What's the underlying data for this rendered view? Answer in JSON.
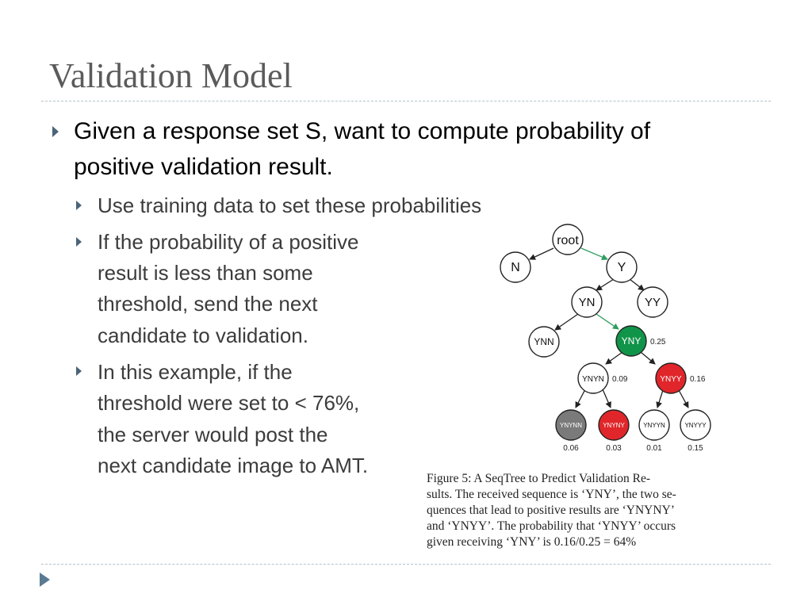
{
  "slide": {
    "title": "Validation Model",
    "bullets": {
      "main_line1": "Given a response set S, want to compute probability of",
      "main_line2": "positive validation result.",
      "sub1": "Use training data to set these probabilities",
      "sub2_lines": [
        "If the probability of a positive",
        "result is less than some",
        "threshold, send the next",
        "candidate to validation."
      ],
      "sub3_lines": [
        "In this example, if the",
        "threshold were set to < 76%,",
        "the server would post the",
        "next candidate image to AMT."
      ]
    }
  },
  "figure": {
    "nodes": {
      "root": {
        "label": "root"
      },
      "n": {
        "label": "N"
      },
      "y": {
        "label": "Y"
      },
      "yn": {
        "label": "YN"
      },
      "yy": {
        "label": "YY"
      },
      "ynn": {
        "label": "YNN"
      },
      "yny": {
        "label": "YNY",
        "prob": "0.25"
      },
      "ynyn": {
        "label": "YNYN",
        "prob": "0.09"
      },
      "ynyy": {
        "label": "YNYY",
        "prob": "0.16"
      },
      "ynynn": {
        "label": "YNYNN",
        "prob": "0.06"
      },
      "ynyny": {
        "label": "YNYNY",
        "prob": "0.03"
      },
      "ynyyn": {
        "label": "YNYYN",
        "prob": "0.01"
      },
      "ynyyy": {
        "label": "YNYYY",
        "prob": "0.15"
      }
    },
    "colors": {
      "green": "#10944a",
      "red": "#e0262a",
      "gray": "#7a7a7a",
      "arrow_green": "#2e9e5e",
      "arrow_dark": "#222222"
    },
    "caption_lines": [
      "Figure 5: A SeqTree to Predict Validation Re-",
      "sults. The received sequence is ‘YNY’, the two se-",
      "quences that lead to positive results are ‘YNYNY’",
      "and ‘YNYY’. The probability that ‘YNYY’ occurs",
      "given receiving ‘YNY’ is 0.16/0.25 = 64%"
    ]
  }
}
